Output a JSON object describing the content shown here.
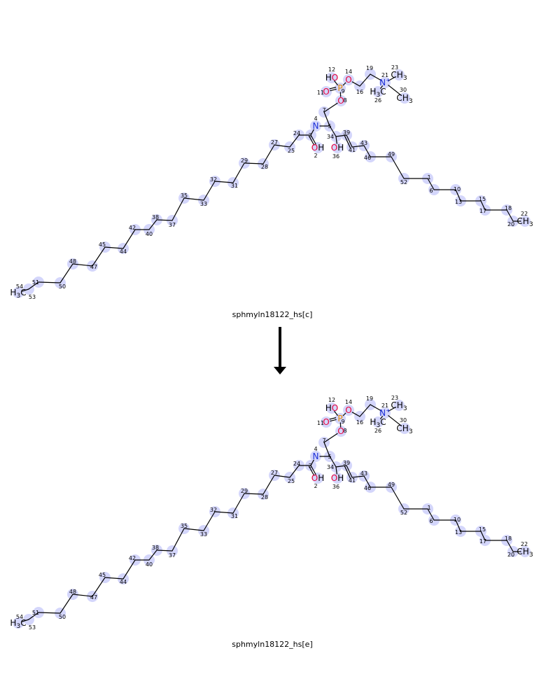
{
  "reactant": {
    "name": "sphmyln18122_hs[c]"
  },
  "product": {
    "name": "sphmyln18122_hs[e]"
  },
  "arrow_icon": "down-arrow-icon",
  "colors": {
    "highlight": "#d4d6fb",
    "oxygen": "#e8003a",
    "nitrogen": "#1b2fd8",
    "phosphorus": "#e68a00",
    "bond": "#000000"
  },
  "atoms": [
    {
      "n": "1"
    },
    {
      "n": "2",
      "label": "OH"
    },
    {
      "n": "3"
    },
    {
      "n": "4",
      "label": "N"
    },
    {
      "n": "5"
    },
    {
      "n": "6"
    },
    {
      "n": "7"
    },
    {
      "n": "8",
      "label": "O"
    },
    {
      "n": "9",
      "label": "P"
    },
    {
      "n": "10"
    },
    {
      "n": "11",
      "label": "O"
    },
    {
      "n": "12",
      "label": "HO"
    },
    {
      "n": "13"
    },
    {
      "n": "14",
      "label": "O"
    },
    {
      "n": "15"
    },
    {
      "n": "16"
    },
    {
      "n": "17"
    },
    {
      "n": "18"
    },
    {
      "n": "19"
    },
    {
      "n": "20"
    },
    {
      "n": "21",
      "label": "N+"
    },
    {
      "n": "22",
      "label": "CH3"
    },
    {
      "n": "23",
      "label": "CH3"
    },
    {
      "n": "24"
    },
    {
      "n": "25"
    },
    {
      "n": "26",
      "label": "H3C"
    },
    {
      "n": "27"
    },
    {
      "n": "28"
    },
    {
      "n": "29"
    },
    {
      "n": "30",
      "label": "CH3"
    },
    {
      "n": "31"
    },
    {
      "n": "32"
    },
    {
      "n": "33"
    },
    {
      "n": "34"
    },
    {
      "n": "35"
    },
    {
      "n": "36",
      "label": "OH"
    },
    {
      "n": "37"
    },
    {
      "n": "38"
    },
    {
      "n": "39"
    },
    {
      "n": "40"
    },
    {
      "n": "41"
    },
    {
      "n": "42"
    },
    {
      "n": "43"
    },
    {
      "n": "44"
    },
    {
      "n": "45"
    },
    {
      "n": "46"
    },
    {
      "n": "47"
    },
    {
      "n": "48"
    },
    {
      "n": "49"
    },
    {
      "n": "50"
    },
    {
      "n": "51"
    },
    {
      "n": "52"
    },
    {
      "n": "53"
    },
    {
      "n": "54",
      "label": "H3C"
    }
  ],
  "bonds": [
    [
      "54",
      "53"
    ],
    [
      "53",
      "51"
    ],
    [
      "51",
      "50"
    ],
    [
      "50",
      "48"
    ],
    [
      "48",
      "47"
    ],
    [
      "47",
      "45"
    ],
    [
      "45",
      "44"
    ],
    [
      "44",
      "42"
    ],
    [
      "42",
      "40"
    ],
    [
      "40",
      "38"
    ],
    [
      "38",
      "37"
    ],
    [
      "37",
      "35"
    ],
    [
      "35",
      "33"
    ],
    [
      "33",
      "32"
    ],
    [
      "32",
      "31"
    ],
    [
      "31",
      "29"
    ],
    [
      "29",
      "28"
    ],
    [
      "28",
      "27"
    ],
    [
      "27",
      "25"
    ],
    [
      "25",
      "24"
    ],
    [
      "24",
      "3"
    ],
    [
      "3",
      "4"
    ],
    [
      "3",
      "2"
    ],
    [
      "4",
      "5"
    ],
    [
      "5",
      "7"
    ],
    [
      "7",
      "8"
    ],
    [
      "8",
      "9"
    ],
    [
      "9",
      "11"
    ],
    [
      "9",
      "12"
    ],
    [
      "9",
      "14"
    ],
    [
      "14",
      "16"
    ],
    [
      "16",
      "19"
    ],
    [
      "19",
      "21"
    ],
    [
      "21",
      "23"
    ],
    [
      "21",
      "26"
    ],
    [
      "21",
      "30"
    ],
    [
      "5",
      "34"
    ],
    [
      "34",
      "36"
    ],
    [
      "34",
      "39"
    ],
    [
      "39",
      "41"
    ],
    [
      "41",
      "43"
    ],
    [
      "43",
      "46"
    ],
    [
      "46",
      "49"
    ],
    [
      "49",
      "52"
    ],
    [
      "52",
      "1"
    ],
    [
      "1",
      "6"
    ],
    [
      "6",
      "10"
    ],
    [
      "10",
      "13"
    ],
    [
      "13",
      "15"
    ],
    [
      "15",
      "17"
    ],
    [
      "17",
      "18"
    ],
    [
      "18",
      "20"
    ],
    [
      "20",
      "22"
    ]
  ],
  "double_bonds": [
    [
      "3",
      "2"
    ],
    [
      "9",
      "11"
    ],
    [
      "39",
      "41"
    ]
  ]
}
